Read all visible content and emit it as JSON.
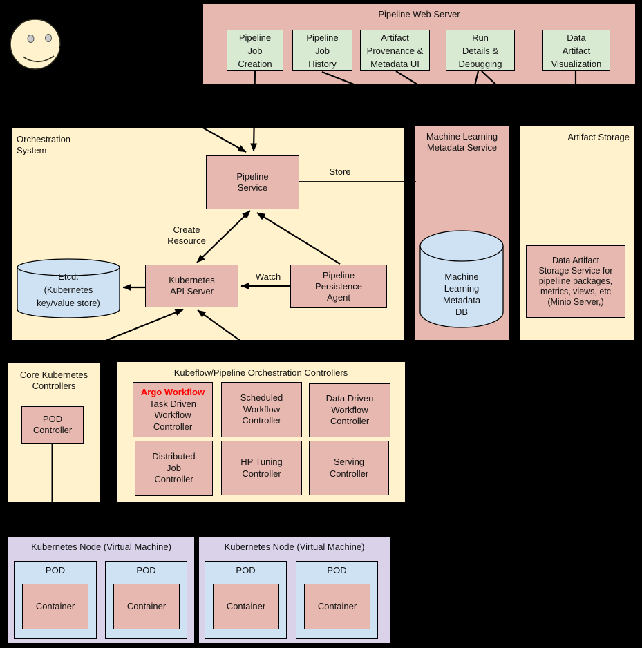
{
  "colors": {
    "background": "#000000",
    "pink": "#e6b8af",
    "yellow": "#fff2cc",
    "green": "#d9ead3",
    "blue": "#cfe2f3",
    "purple": "#d9d2e9",
    "highlight_red": "#ff0000",
    "line": "#000000"
  },
  "user": {
    "icon": "smiley-face"
  },
  "web_server": {
    "title": "Pipeline Web Server",
    "modules": [
      "Pipeline\nJob\nCreation",
      "Pipeline\nJob\nHistory",
      "Artifact\nProvenance &\nMetadata UI",
      "Run\nDetails &\nDebugging",
      "Data\nArtifact\nVisualization"
    ]
  },
  "orchestration": {
    "title": "Orchestration\nSystem",
    "pipeline_service": "Pipeline\nService",
    "k8s_api_server": "Kubernetes\nAPI Server",
    "persistence_agent": "Pipeline\nPersistence\nAgent",
    "etcd": "Etcd.\n(Kubernetes\nkey/value store)",
    "labels": {
      "store": "Store",
      "create_resource": "Create\nResource",
      "watch": "Watch"
    }
  },
  "ml_metadata": {
    "title": "Machine Learning\nMetadata Service",
    "db": "Machine\nLearning\nMetadata\nDB"
  },
  "artifact_storage": {
    "title": "Artifact Storage",
    "service": "Data Artifact\nStorage Service for\npipeliine packages,\nmetrics, views, etc\n(Minio Server,)"
  },
  "core_controllers": {
    "title": "Core Kubernetes\nControllers",
    "pod_controller": "POD\nController"
  },
  "kubeflow_controllers": {
    "title": "Kubeflow/Pipeline Orchestration Controllers",
    "argo": {
      "highlight": "Argo Workflow",
      "rest": "Task Driven\nWorkflow\nController"
    },
    "others": [
      "Scheduled\nWorkflow\nController",
      "Data Driven\nWorkflow\nController",
      "Distributed\nJob\nController",
      "HP Tuning\nController",
      "Serving\nController"
    ]
  },
  "nodes": [
    {
      "title": "Kubernetes Node (Virtual Machine)",
      "pods": [
        {
          "label": "POD",
          "container": "Container"
        },
        {
          "label": "POD",
          "container": "Container"
        }
      ]
    },
    {
      "title": "Kubernetes Node (Virtual Machine)",
      "pods": [
        {
          "label": "POD",
          "container": "Container"
        },
        {
          "label": "POD",
          "container": "Container"
        }
      ]
    }
  ]
}
